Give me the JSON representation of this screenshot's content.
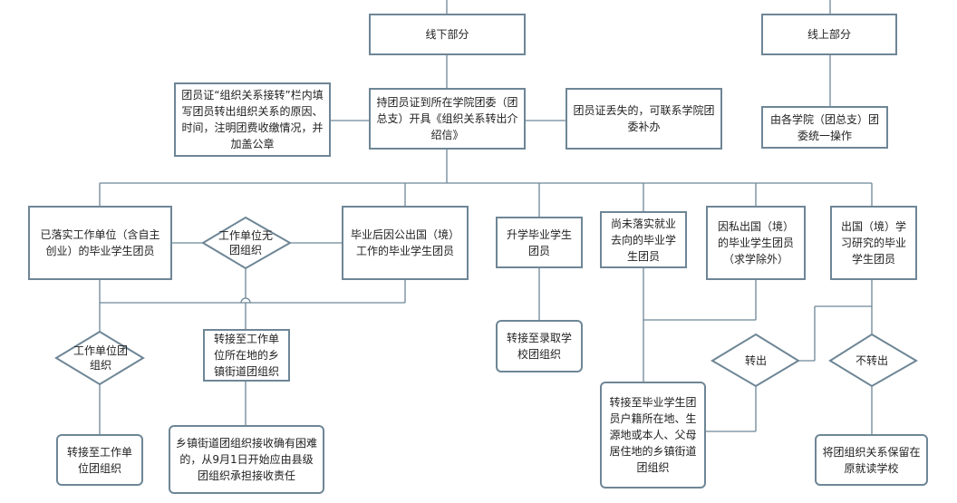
{
  "nodes": {
    "offline": "线下部分",
    "online": "线上部分",
    "online_op": "由各学院（团总支）团委统一操作",
    "center": "持团员证到所在学院团委（团总支）开具《组织关系转出介绍信》",
    "left_note": "团员证“组织关系接转”栏内填写团员转出组织关系的原因、时间，注明团费收缴情况，并加盖公章",
    "lost": "团员证丢失的，可联系学院团委补办",
    "employed": "已落实工作单位（含自主创业）的毕业学生团员",
    "abroad_work": "毕业后因公出国（境）工作的毕业学生团员",
    "further_study": "升学毕业学生团员",
    "undecided": "尚未落实就业去向的毕业学生团员",
    "private_abroad": "因私出国（境）的毕业学生团员（求学除外）",
    "study_abroad": "出国（境）学习研究的毕业学生团员",
    "to_work_org": "转接至工作单位团组织",
    "to_town_org": "转接至工作单位所在地的乡镇街道团组织",
    "county": "乡镇街道团组织接收确有困难的，从9月1日开始应由县级团组织承担接收责任",
    "to_school": "转接至录取学校团组织",
    "to_home_town": "转接至毕业学生团员户籍所在地、生源地或本人、父母居住地的乡镇街道团组织",
    "keep": "将团组织关系保留在原就读学校"
  },
  "decisions": {
    "no_org": "工作单位无团组织",
    "has_org": "工作单位团组织",
    "transfer": "转出",
    "no_transfer": "不转出"
  },
  "colors": {
    "border": "#6e8696",
    "line": "#6e8696"
  }
}
